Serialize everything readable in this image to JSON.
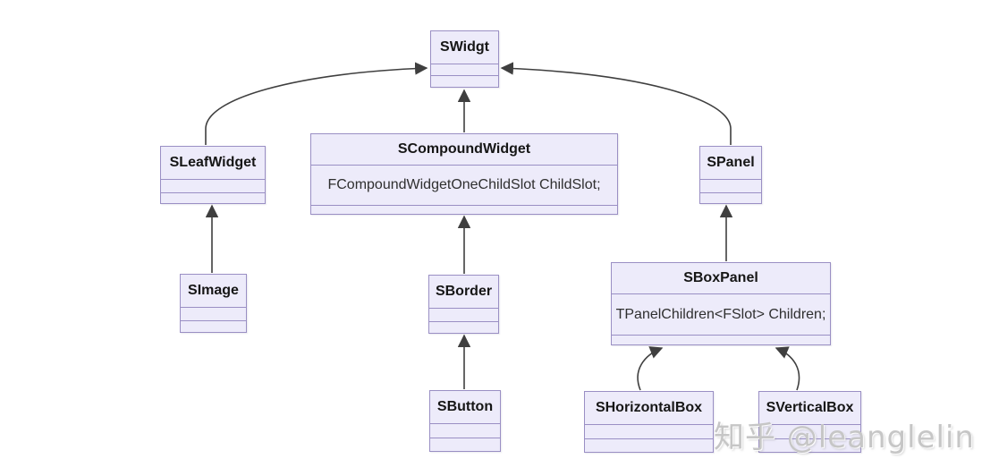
{
  "colors": {
    "background": "#ffffff",
    "box_fill": "#EDEBFA",
    "box_border": "#9A8FC4",
    "arrow": "#3F3F3F",
    "title_text": "#161616",
    "member_text": "#2F2F2F",
    "watermark_text": "#C6C6C6"
  },
  "watermark": "知乎 @leanglelin",
  "classes": [
    {
      "name": "SWidgt",
      "member": ""
    },
    {
      "name": "SLeafWidget",
      "member": ""
    },
    {
      "name": "SCompoundWidget",
      "member": "FCompoundWidgetOneChildSlot ChildSlot;"
    },
    {
      "name": "SPanel",
      "member": ""
    },
    {
      "name": "SImage",
      "member": ""
    },
    {
      "name": "SBorder",
      "member": ""
    },
    {
      "name": "SBoxPanel",
      "member": "TPanelChildren<FSlot> Children;"
    },
    {
      "name": "SButton",
      "member": ""
    },
    {
      "name": "SHorizontalBox",
      "member": ""
    },
    {
      "name": "SVerticalBox",
      "member": ""
    }
  ],
  "relations": [
    {
      "from": "SLeafWidget",
      "to": "SWidgt",
      "type": "inheritance"
    },
    {
      "from": "SCompoundWidget",
      "to": "SWidgt",
      "type": "inheritance"
    },
    {
      "from": "SPanel",
      "to": "SWidgt",
      "type": "inheritance"
    },
    {
      "from": "SImage",
      "to": "SLeafWidget",
      "type": "inheritance"
    },
    {
      "from": "SBorder",
      "to": "SCompoundWidget",
      "type": "inheritance"
    },
    {
      "from": "SButton",
      "to": "SBorder",
      "type": "inheritance"
    },
    {
      "from": "SBoxPanel",
      "to": "SPanel",
      "type": "inheritance"
    },
    {
      "from": "SHorizontalBox",
      "to": "SBoxPanel",
      "type": "inheritance"
    },
    {
      "from": "SVerticalBox",
      "to": "SBoxPanel",
      "type": "inheritance"
    }
  ]
}
